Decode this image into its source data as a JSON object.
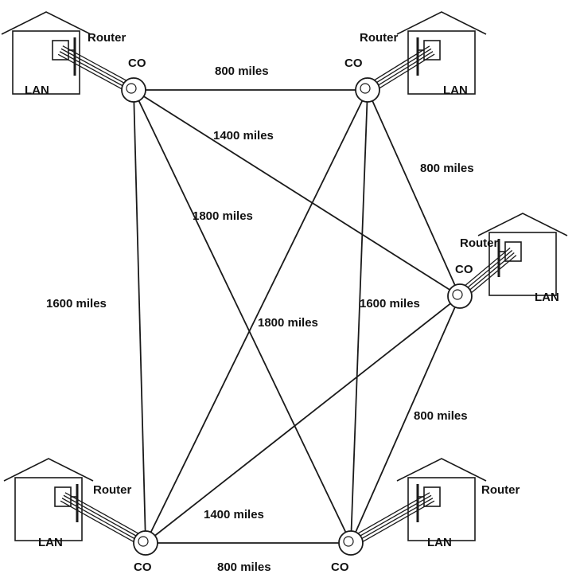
{
  "sites": [
    {
      "router_label": "Router",
      "lan_label": "LAN",
      "co_label": "CO"
    },
    {
      "router_label": "Router",
      "lan_label": "LAN",
      "co_label": "CO"
    },
    {
      "router_label": "Router",
      "lan_label": "LAN",
      "co_label": "CO"
    },
    {
      "router_label": "Router",
      "lan_label": "LAN",
      "co_label": "CO"
    },
    {
      "router_label": "Router",
      "lan_label": "LAN",
      "co_label": "CO"
    }
  ],
  "links": [
    {
      "from": 0,
      "to": 1,
      "label": "800 miles"
    },
    {
      "from": 0,
      "to": 2,
      "label": "1400 miles"
    },
    {
      "from": 0,
      "to": 3,
      "label": "1600 miles"
    },
    {
      "from": 0,
      "to": 4,
      "label": "1800 miles"
    },
    {
      "from": 1,
      "to": 2,
      "label": "800 miles"
    },
    {
      "from": 1,
      "to": 3,
      "label": "1800 miles"
    },
    {
      "from": 1,
      "to": 4,
      "label": "1600 miles"
    },
    {
      "from": 2,
      "to": 3,
      "label": "1400 miles"
    },
    {
      "from": 2,
      "to": 4,
      "label": "800 miles"
    },
    {
      "from": 3,
      "to": 4,
      "label": "800 miles"
    }
  ]
}
